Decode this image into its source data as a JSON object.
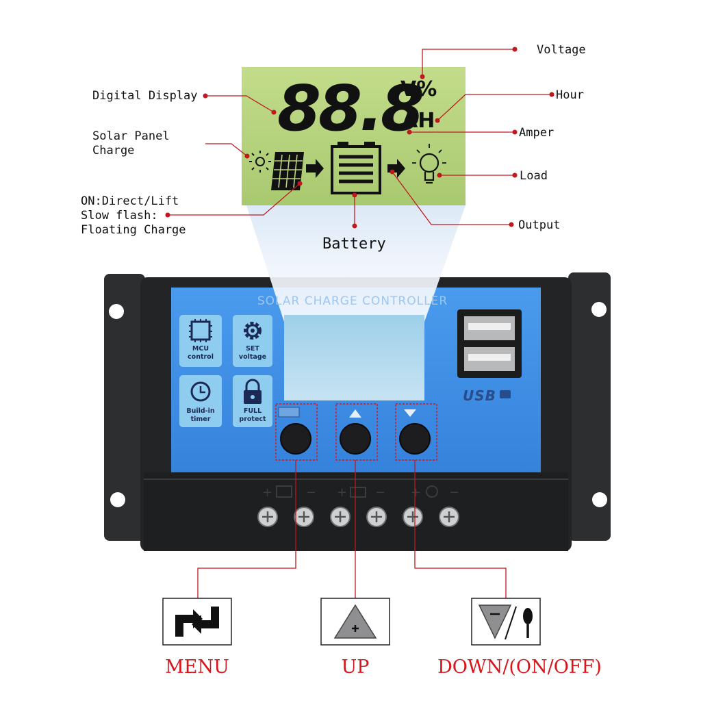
{
  "lcd": {
    "digits": "88.8",
    "unit_top": "V%",
    "unit_bottom": "AH"
  },
  "callouts": {
    "voltage": "Voltage",
    "hour": "Hour",
    "amper": "Amper",
    "load": "Load",
    "output": "Output",
    "battery": "Battery",
    "digital_display": "Digital Display",
    "solar_panel_line1": "Solar Panel",
    "solar_panel_line2": "Charge",
    "status_line1": "ON:Direct/Lift",
    "status_line2": "Slow flash:",
    "status_line3": "Floating Charge"
  },
  "controller": {
    "brand": "SOLAR CHARGE CONTROLLER",
    "usb_label": "USB",
    "features": [
      {
        "line1": "MCU",
        "line2": "control",
        "icon": "chip-icon"
      },
      {
        "line1": "SET",
        "line2": "voltage",
        "icon": "gear-icon"
      },
      {
        "line1": "Build-in",
        "line2": "timer",
        "icon": "clock-icon"
      },
      {
        "line1": "FULL",
        "line2": "protect",
        "icon": "lock-icon"
      }
    ]
  },
  "buttons": {
    "menu": "MENU",
    "up": "UP",
    "down": "DOWN/(ON/OFF)"
  },
  "colors": {
    "lcd_green": "#b8d47e",
    "panel_blue": "#3f8fe6",
    "housing": "#2a2b2d",
    "leader_red": "#c0181f",
    "caption_red": "#d9151b"
  }
}
